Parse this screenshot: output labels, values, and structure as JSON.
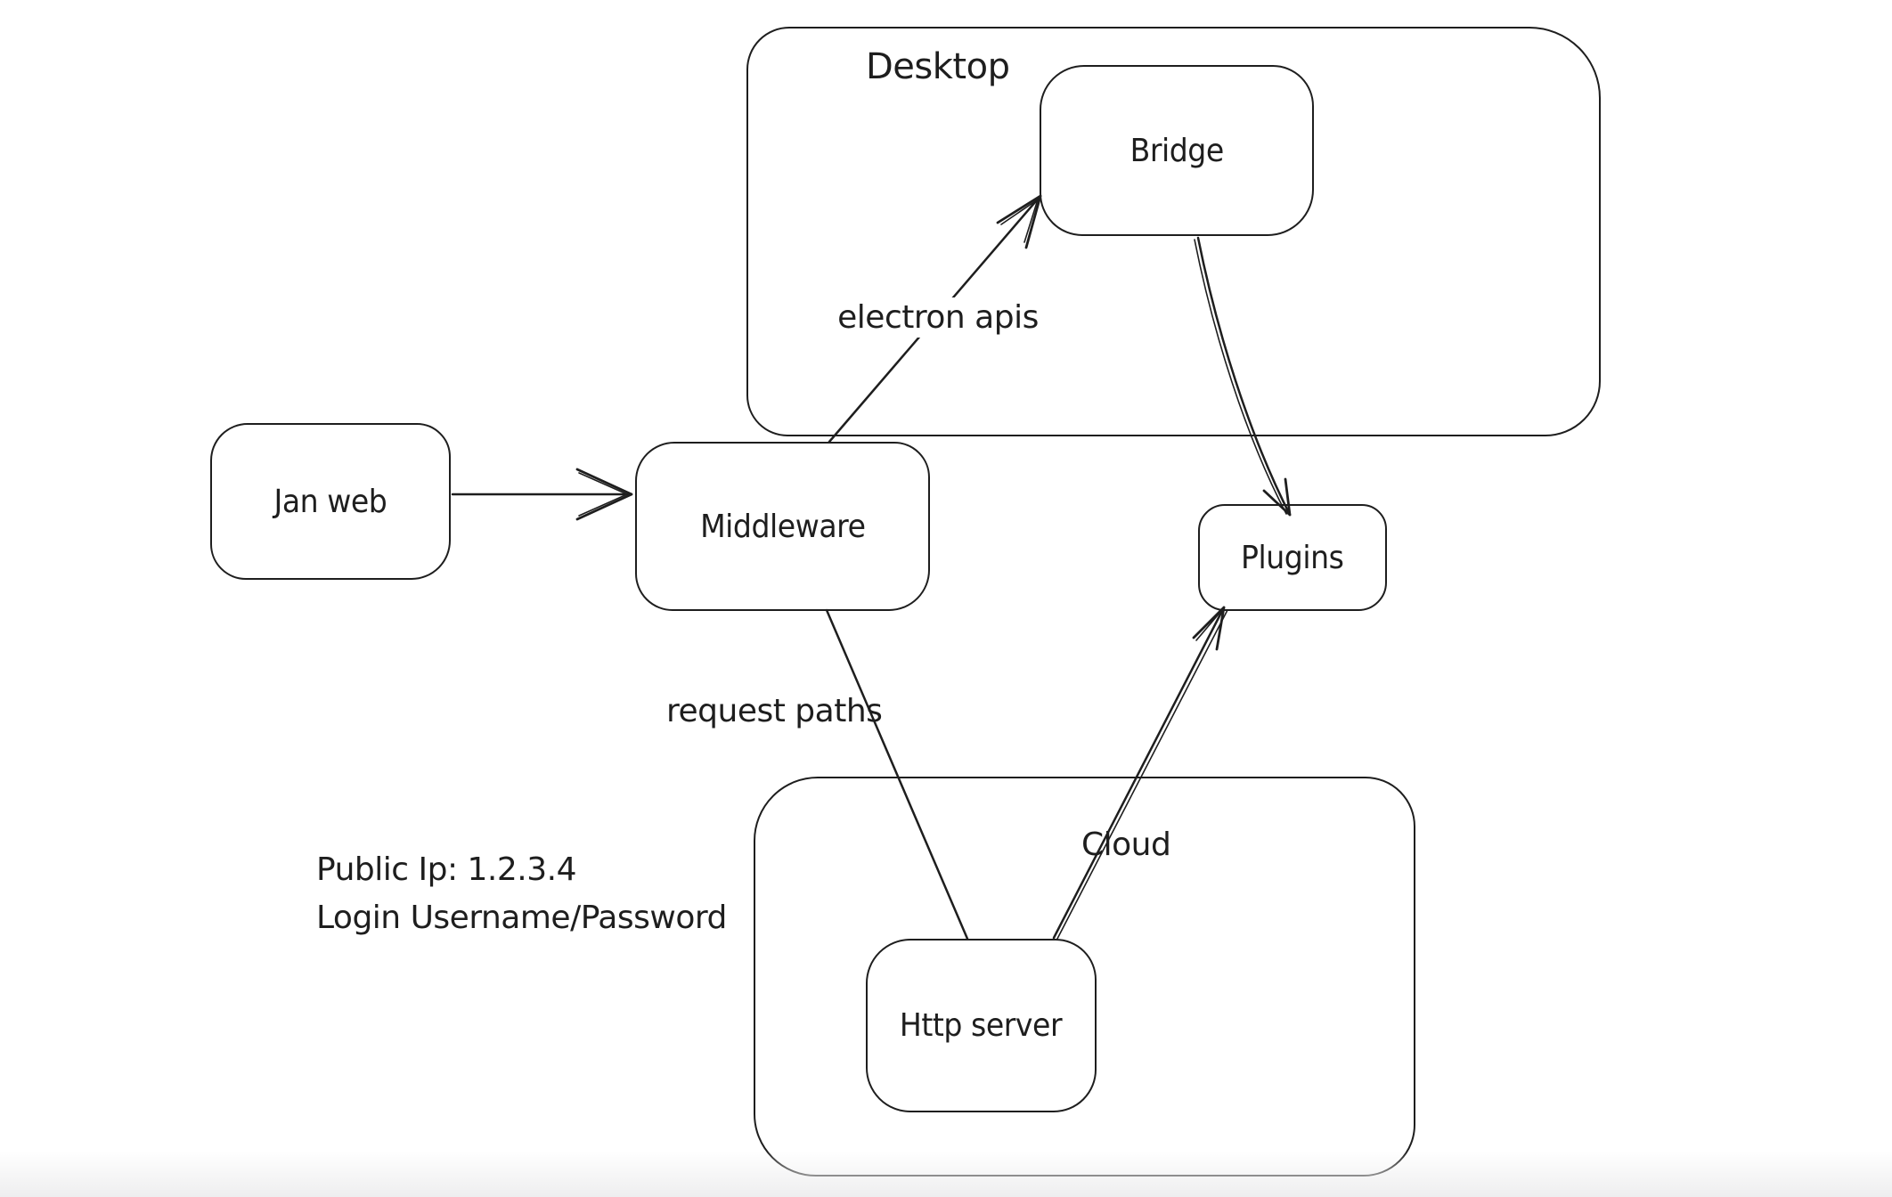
{
  "canvas": {
    "background_color": "#ffffff",
    "stroke_color": "#1e1e1e",
    "bottom_fade_color": "#eeeeef"
  },
  "containers": {
    "desktop": {
      "label": "Desktop"
    },
    "cloud": {
      "label": "Cloud"
    }
  },
  "nodes": {
    "jan_web": {
      "label": "Jan web"
    },
    "middleware": {
      "label": "Middleware"
    },
    "bridge": {
      "label": "Bridge"
    },
    "plugins": {
      "label": "Plugins"
    },
    "http_server": {
      "label": "Http server"
    }
  },
  "edges": [
    {
      "from": "Jan web",
      "to": "Middleware",
      "label": "",
      "arrow": true
    },
    {
      "from": "Middleware",
      "to": "Bridge",
      "label": "electron apis",
      "arrow": true
    },
    {
      "from": "Bridge",
      "to": "Plugins",
      "label": "",
      "arrow": true
    },
    {
      "from": "Middleware",
      "to": "Http server",
      "label": "request paths",
      "arrow": false
    },
    {
      "from": "Http server",
      "to": "Plugins",
      "label": "",
      "arrow": true
    }
  ],
  "notes": {
    "public_ip": "Public Ip: 1.2.3.4",
    "login": "Login Username/Password"
  }
}
